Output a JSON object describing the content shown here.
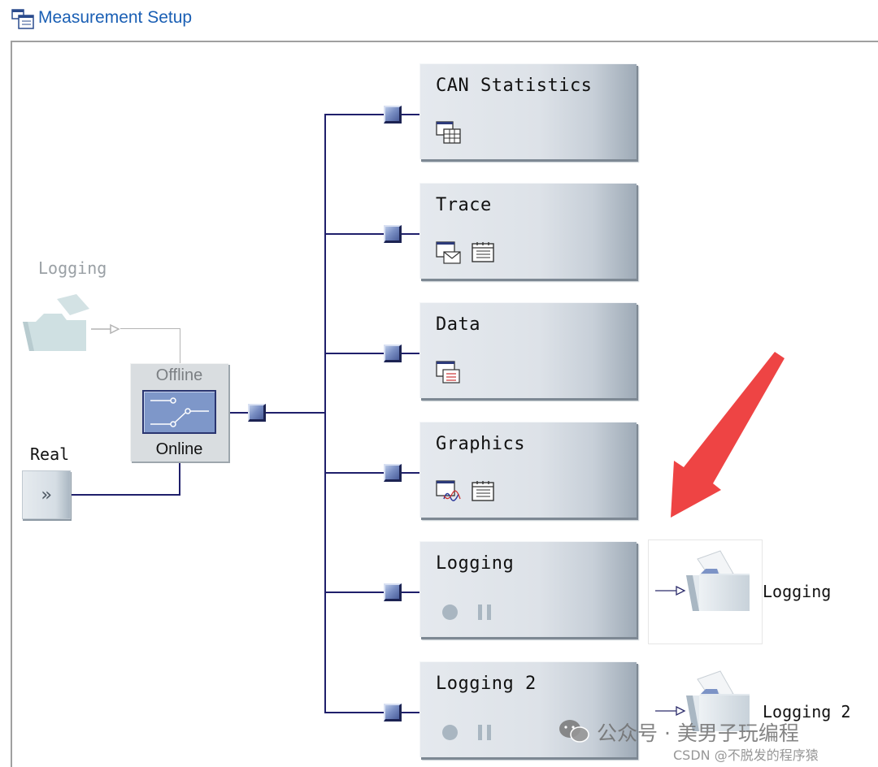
{
  "window": {
    "title": "Measurement Setup",
    "icon": "measurement-setup-icon"
  },
  "left": {
    "logging_label": "Logging",
    "real_label": "Real",
    "real_button": "»",
    "switch": {
      "top_label": "Offline",
      "bottom_label": "Online"
    }
  },
  "blocks": [
    {
      "label": "CAN Statistics",
      "icons": [
        "statistics-table-icon"
      ]
    },
    {
      "label": "Trace",
      "icons": [
        "trace-window-icon",
        "config-list-icon"
      ]
    },
    {
      "label": "Data",
      "icons": [
        "data-window-icon"
      ]
    },
    {
      "label": "Graphics",
      "icons": [
        "graphics-window-icon",
        "config-list-icon"
      ]
    },
    {
      "label": "Logging",
      "icons": [
        "record-icon",
        "pause-icon"
      ]
    },
    {
      "label": "Logging 2",
      "icons": [
        "record-icon",
        "pause-icon"
      ]
    }
  ],
  "right_logging": [
    {
      "label": "Logging"
    },
    {
      "label": "Logging 2"
    }
  ],
  "watermark": {
    "main": "公众号 · 美男子玩编程",
    "sub": "CSDN @不脱发的程序猿"
  },
  "colors": {
    "connector": "#1f1f6b",
    "title": "#1a5fb4",
    "arrow": "#ee4444",
    "block": "#dde2e8"
  }
}
